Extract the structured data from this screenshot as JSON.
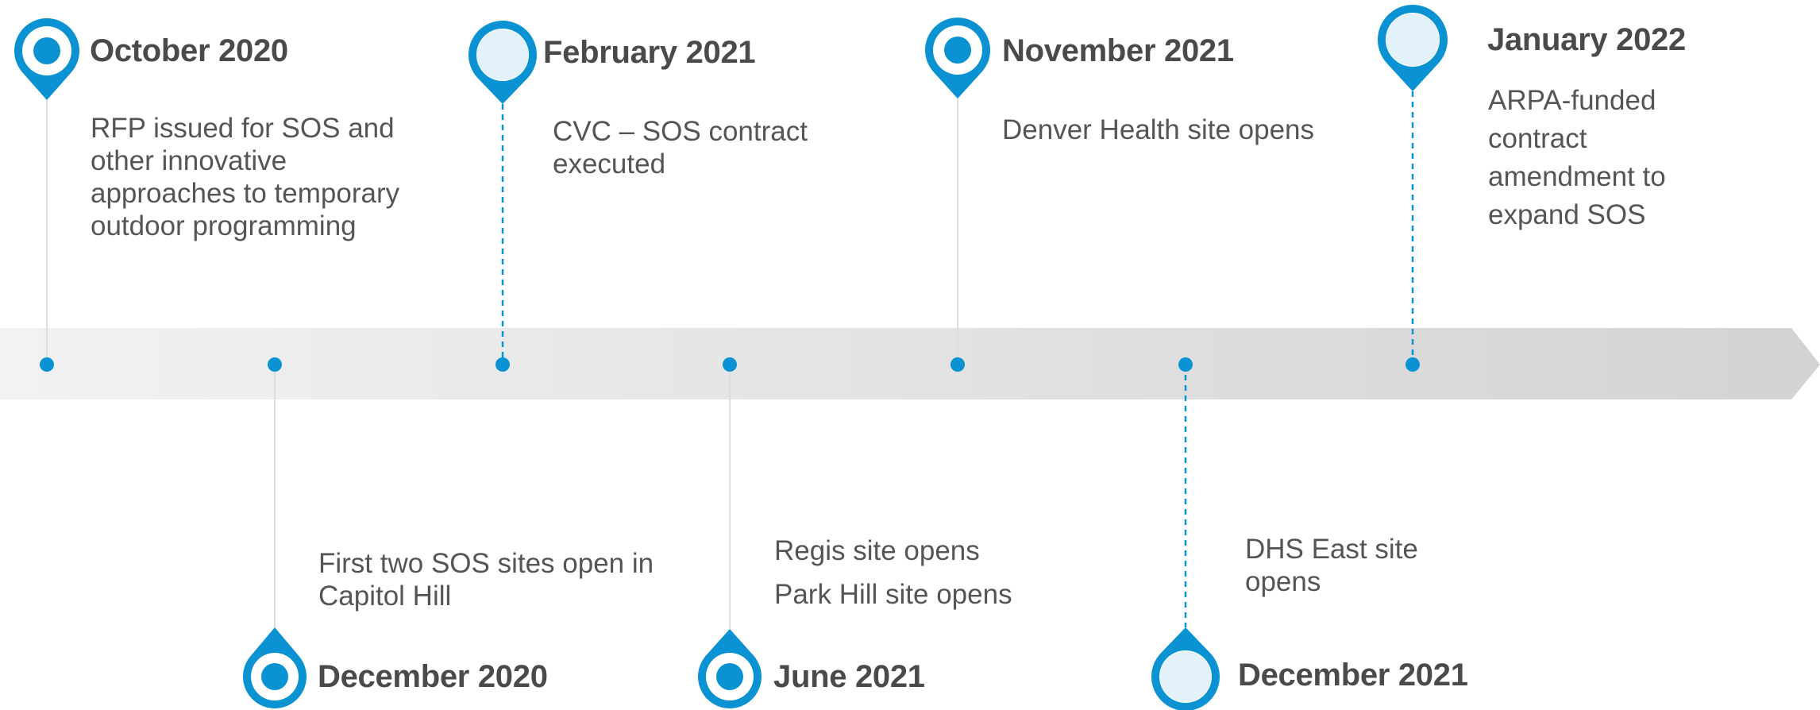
{
  "colors": {
    "accent": "#0a92d2",
    "pin_inner_light": "#e3f1fa",
    "axis_band_light": "#f2f2f2",
    "axis_band_dark": "#d3d3d3",
    "connector_solid": "#dddddd",
    "text_date": "#4a4a4a",
    "text_desc": "#555555"
  },
  "events": [
    {
      "date": "October 2020",
      "description": [
        "RFP issued for SOS and",
        "other innovative",
        "approaches to temporary",
        "outdoor programming"
      ],
      "side": "above",
      "pin": "filled-dot",
      "connector": "solid"
    },
    {
      "date": "December 2020",
      "description": [
        "First two SOS sites open in",
        "Capitol Hill"
      ],
      "side": "below",
      "pin": "filled-dot",
      "connector": "solid"
    },
    {
      "date": "February 2021",
      "description": [
        "CVC – SOS contract",
        "executed"
      ],
      "side": "above",
      "pin": "hollow",
      "connector": "dashed"
    },
    {
      "date": "June 2021",
      "description": [
        "Regis site opens",
        "Park Hill site opens"
      ],
      "side": "below",
      "pin": "filled-dot",
      "connector": "solid"
    },
    {
      "date": "November 2021",
      "description": [
        "Denver Health site opens"
      ],
      "side": "above",
      "pin": "filled-dot",
      "connector": "solid"
    },
    {
      "date": "December 2021",
      "description": [
        "DHS East site",
        "opens"
      ],
      "side": "below",
      "pin": "hollow",
      "connector": "dashed"
    },
    {
      "date": "January 2022",
      "description": [
        "ARPA-funded",
        "contract",
        "amendment to",
        "expand SOS"
      ],
      "side": "above",
      "pin": "hollow",
      "connector": "dashed"
    }
  ]
}
